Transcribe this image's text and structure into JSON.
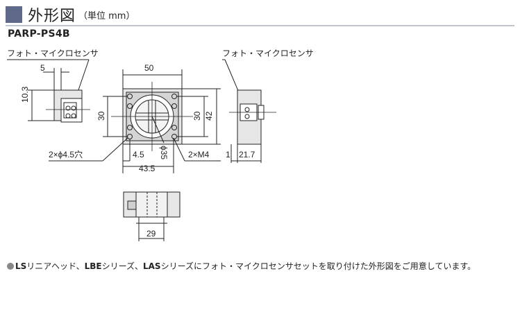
{
  "header": {
    "title": "外形図",
    "unit": "（単位 mm）",
    "model": "PARP-PS4B"
  },
  "drawing": {
    "sensor_label_left": "フォト・マイクロセンサ",
    "sensor_label_right": "フォト・マイクロセンサ",
    "dim_5": "5",
    "dim_10_3": "10.3",
    "dim_50": "50",
    "dim_30_left": "30",
    "dim_30_right": "30",
    "dim_42": "42",
    "dim_hole": "2×ϕ4.5穴",
    "dim_4_5": "4.5",
    "dim_phi35": "ϕ35",
    "dim_m4": "2×M4",
    "dim_43_5": "43.5",
    "dim_1": "1",
    "dim_21_7": "21.7",
    "dim_29": "29"
  },
  "footnote": {
    "ls": "LS",
    "t1": "リニアヘッド、",
    "lbe": "LBE",
    "t2": "シリーズ、",
    "las": "LAS",
    "t3": "シリーズにフォト・マイクロセンサセットを取り付けた外形図をご用意しています。"
  }
}
